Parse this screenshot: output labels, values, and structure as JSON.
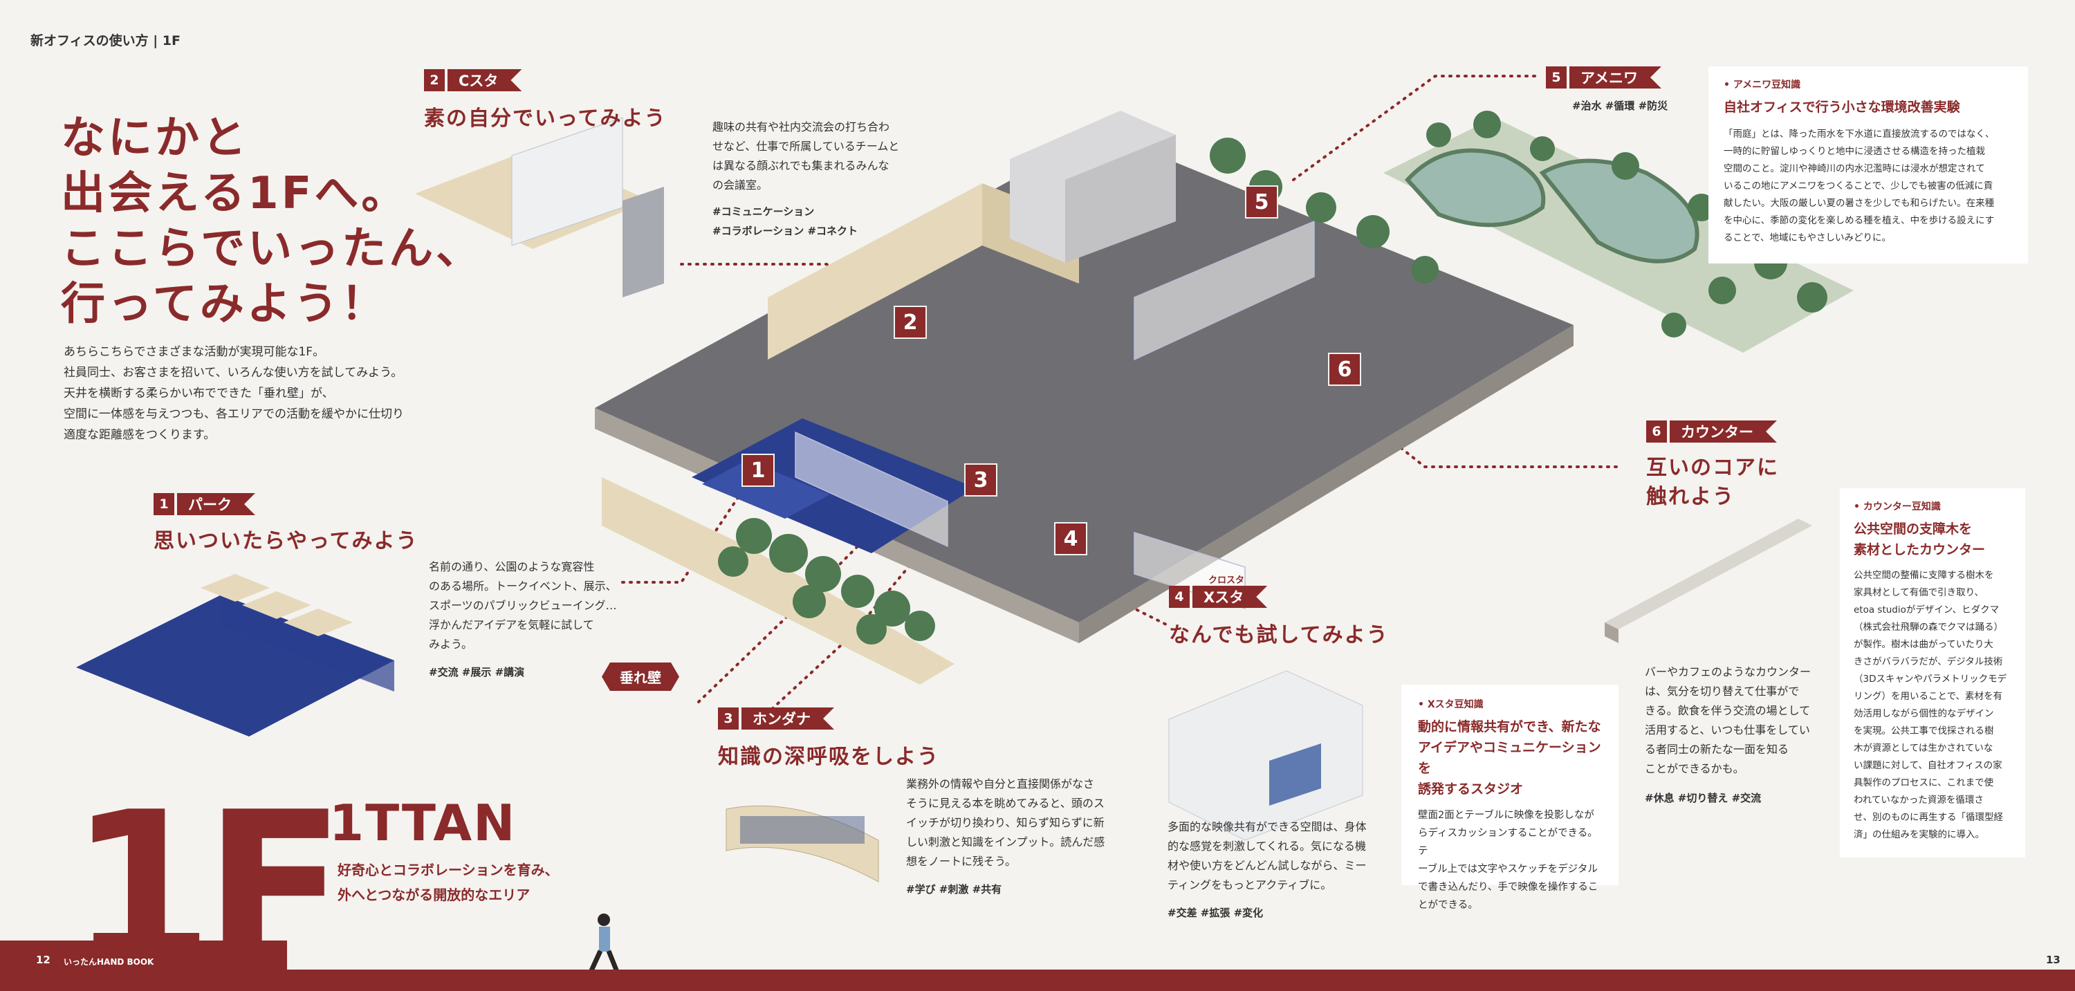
{
  "breadcrumb": "新オフィスの使い方 | 1F",
  "headline": [
    "なにかと",
    "出会える1Fへ。",
    "ここらでいったん、",
    "行ってみよう！"
  ],
  "intro": [
    "あちらこちらでさまざまな活動が実現可能な1F。",
    "社員同士、お客さまを招いて、いろんな使い方を試してみよう。",
    "天井を横断する柔らかい布でできた「垂れ壁」が、",
    "空間に一体感を与えつつも、各エリアでの活動を緩やかに仕切り",
    "適度な距離感をつくります。"
  ],
  "areas": {
    "park": {
      "num": "1",
      "label": "パーク",
      "catch": "思いついたらやってみよう",
      "desc": [
        "名前の通り、公園のような寛容性",
        "のある場所。トークイベント、展示、",
        "スポーツのパブリックビューイング…",
        "浮かんだアイデアを気軽に試して",
        "みよう。"
      ],
      "tags": "#交流 #展示 #講演"
    },
    "csta": {
      "num": "2",
      "label": "Cスタ",
      "catch": "素の自分でいってみよう",
      "desc": [
        "趣味の共有や社内交流会の打ち合わ",
        "せなど、仕事で所属しているチームと",
        "は異なる顔ぶれでも集まれるみんな",
        "の会議室。"
      ],
      "tags": [
        "#コミュニケーション",
        "#コラボレーション #コネクト"
      ]
    },
    "hondana": {
      "num": "3",
      "label": "ホンダナ",
      "catch": "知識の深呼吸をしよう",
      "desc": [
        "業務外の情報や自分と直接関係がなさ",
        "そうに見える本を眺めてみると、頭のス",
        "イッチが切り換わり、知らず知らずに新",
        "しい刺激と知識をインプット。読んだ感",
        "想をノートに残そう。"
      ],
      "tags": "#学び #刺激 #共有"
    },
    "xsta": {
      "num": "4",
      "label": "Xスタ",
      "ruby": "クロスタ",
      "catch": "なんでも試してみよう",
      "desc": [
        "多面的な映像共有ができる空間は、身体",
        "的な感覚を刺激してくれる。気になる機",
        "材や使い方をどんどん試しながら、ミー",
        "ティングをもっとアクティブに。"
      ],
      "tags": "#交差 #拡張 #変化"
    },
    "amenity": {
      "num": "5",
      "label": "アメニワ",
      "tags": "#治水 #循環 #防災"
    },
    "counter": {
      "num": "6",
      "label": "カウンター",
      "catch": [
        "互いのコアに",
        "触れよう"
      ],
      "desc": [
        "バーやカフェのようなカウンター",
        "は、気分を切り替えて仕事がで",
        "きる。飲食を伴う交流の場として",
        "活用すると、いつも仕事をしてい",
        "る者同士の新たな一面を知る",
        "ことができるかも。"
      ],
      "tags": "#休息 #切り替え #交流"
    }
  },
  "tare_kabe": "垂れ壁",
  "notes": {
    "amenity": {
      "label": "• アメニワ豆知識",
      "title": "自社オフィスで行う小さな環境改善実験",
      "body": [
        "「雨庭」とは、降った雨水を下水道に直接放流するのではなく、",
        "一時的に貯留しゆっくりと地中に浸透させる構造を持った植栽",
        "空間のこと。淀川や神崎川の内水氾濫時には浸水が想定されて",
        "いるこの地にアメニワをつくることで、少しでも被害の低減に貢",
        "献したい。大阪の厳しい夏の暑さを少しでも和らげたい。在来種",
        "を中心に、季節の変化を楽しめる種を植え、中を歩ける設えにす",
        "ることで、地域にもやさしいみどりに。"
      ]
    },
    "counter": {
      "label": "• カウンター豆知識",
      "title": [
        "公共空間の支障木を",
        "素材としたカウンター"
      ],
      "body": [
        "公共空間の整備に支障する樹木を",
        "家具材として有価で引き取り、",
        "etoa studioがデザイン、ヒダクマ",
        "（株式会社飛騨の森でクマは踊る）",
        "が製作。樹木は曲がっていたり大",
        "きさがバラバラだが、デジタル技術",
        "（3Dスキャンやパラメトリックモデ",
        "リング）を用いることで、素材を有",
        "効活用しながら個性的なデザイン",
        "を実現。公共工事で伐採される樹",
        "木が資源としては生かされていな",
        "い課題に対して、自社オフィスの家",
        "具製作のプロセスに、これまで使",
        "われていなかった資源を循環さ",
        "せ、別のものに再生する「循環型経",
        "済」の仕組みを実験的に導入。"
      ]
    },
    "xsta": {
      "label": "• Xスタ豆知識",
      "title": [
        "動的に情報共有ができ、新たな",
        "アイデアやコミュニケーションを",
        "誘発するスタジオ"
      ],
      "body": [
        "壁面2面とテーブルに映像を投影しなが",
        "らディスカッションすることができる。テ",
        "ーブル上では文字やスケッチをデジタル",
        "で書き込んだり、手で映像を操作するこ",
        "とができる。"
      ]
    }
  },
  "floor": {
    "big": "1F",
    "name": "1TTAN",
    "sub": [
      "好奇心とコラボレーションを育み、",
      "外へとつながる開放的なエリア"
    ]
  },
  "footer": {
    "left_page": "12",
    "book": "いったんHAND BOOK",
    "right_page": "13"
  },
  "colors": {
    "accent": "#8a2a2a",
    "floor": "#6f6f73",
    "wood": "#e6d9bb",
    "green": "#4f7a52",
    "blue": "#2b3f8f"
  }
}
